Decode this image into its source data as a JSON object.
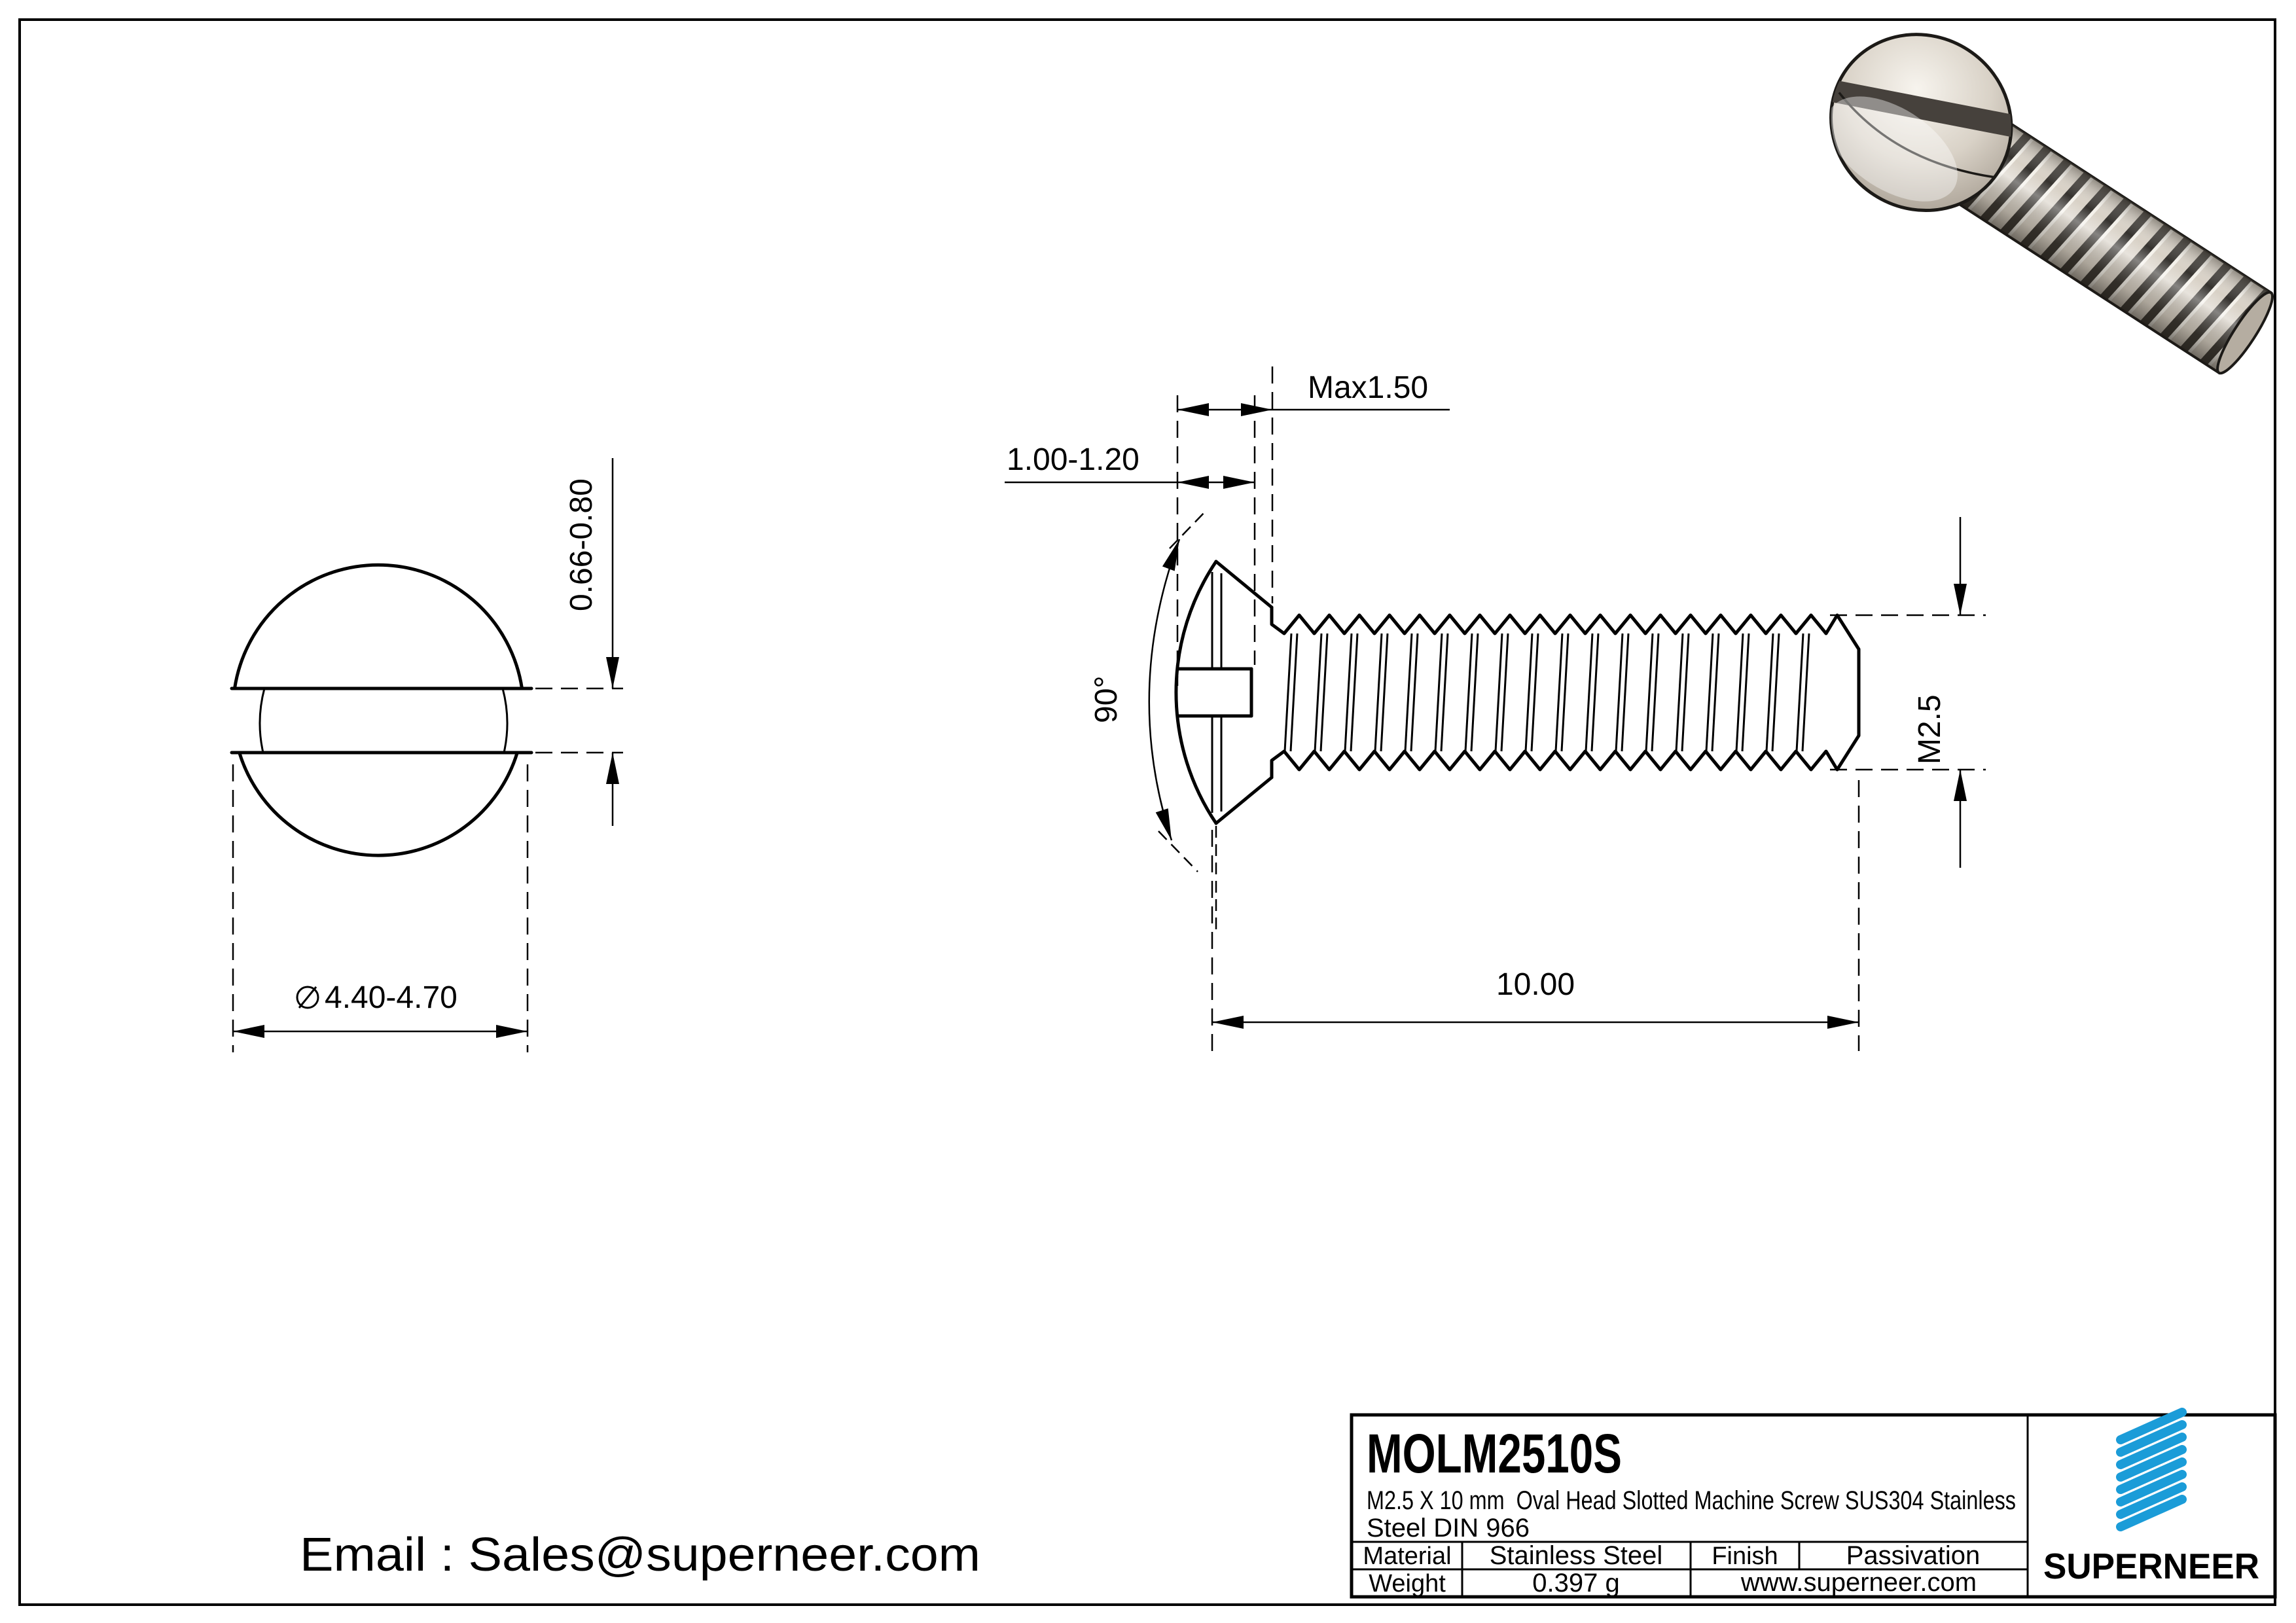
{
  "drawing": {
    "front_view": {
      "slot_width_dim": "0.66-0.80",
      "head_diameter_dim": "4.40-4.70",
      "diameter_symbol": "diameter-symbol"
    },
    "side_view": {
      "head_height_dim": "Max1.50",
      "slot_depth_dim": "1.00-1.20",
      "countersink_angle_dim": "90°",
      "thread_dim": "M2.5",
      "length_dim": "10.00"
    }
  },
  "email_line": "Email : Sales@superneer.com",
  "title_block": {
    "part_number": "MOLM2510S",
    "description_line1": "M2.5 X 10 mm  Oval Head Slotted Machine Screw SUS304 Stainless",
    "description_line2": "Steel DIN 966",
    "material_label": "Material",
    "material_value": "Stainless Steel",
    "finish_label": "Finish",
    "finish_value": "Passivation",
    "weight_label": "Weight",
    "weight_value": "0.397 g",
    "website": "www.superneer.com",
    "brand_name": "SUPERNEER"
  },
  "colors": {
    "brand_blue": "#1B9CD8",
    "link_blue": "#1B9CD8",
    "line_black": "#000000",
    "metal_light": "#f6f3ec",
    "metal_mid": "#d8d1c6",
    "metal_dark": "#a39b8f",
    "slot_dark": "#46413c"
  }
}
